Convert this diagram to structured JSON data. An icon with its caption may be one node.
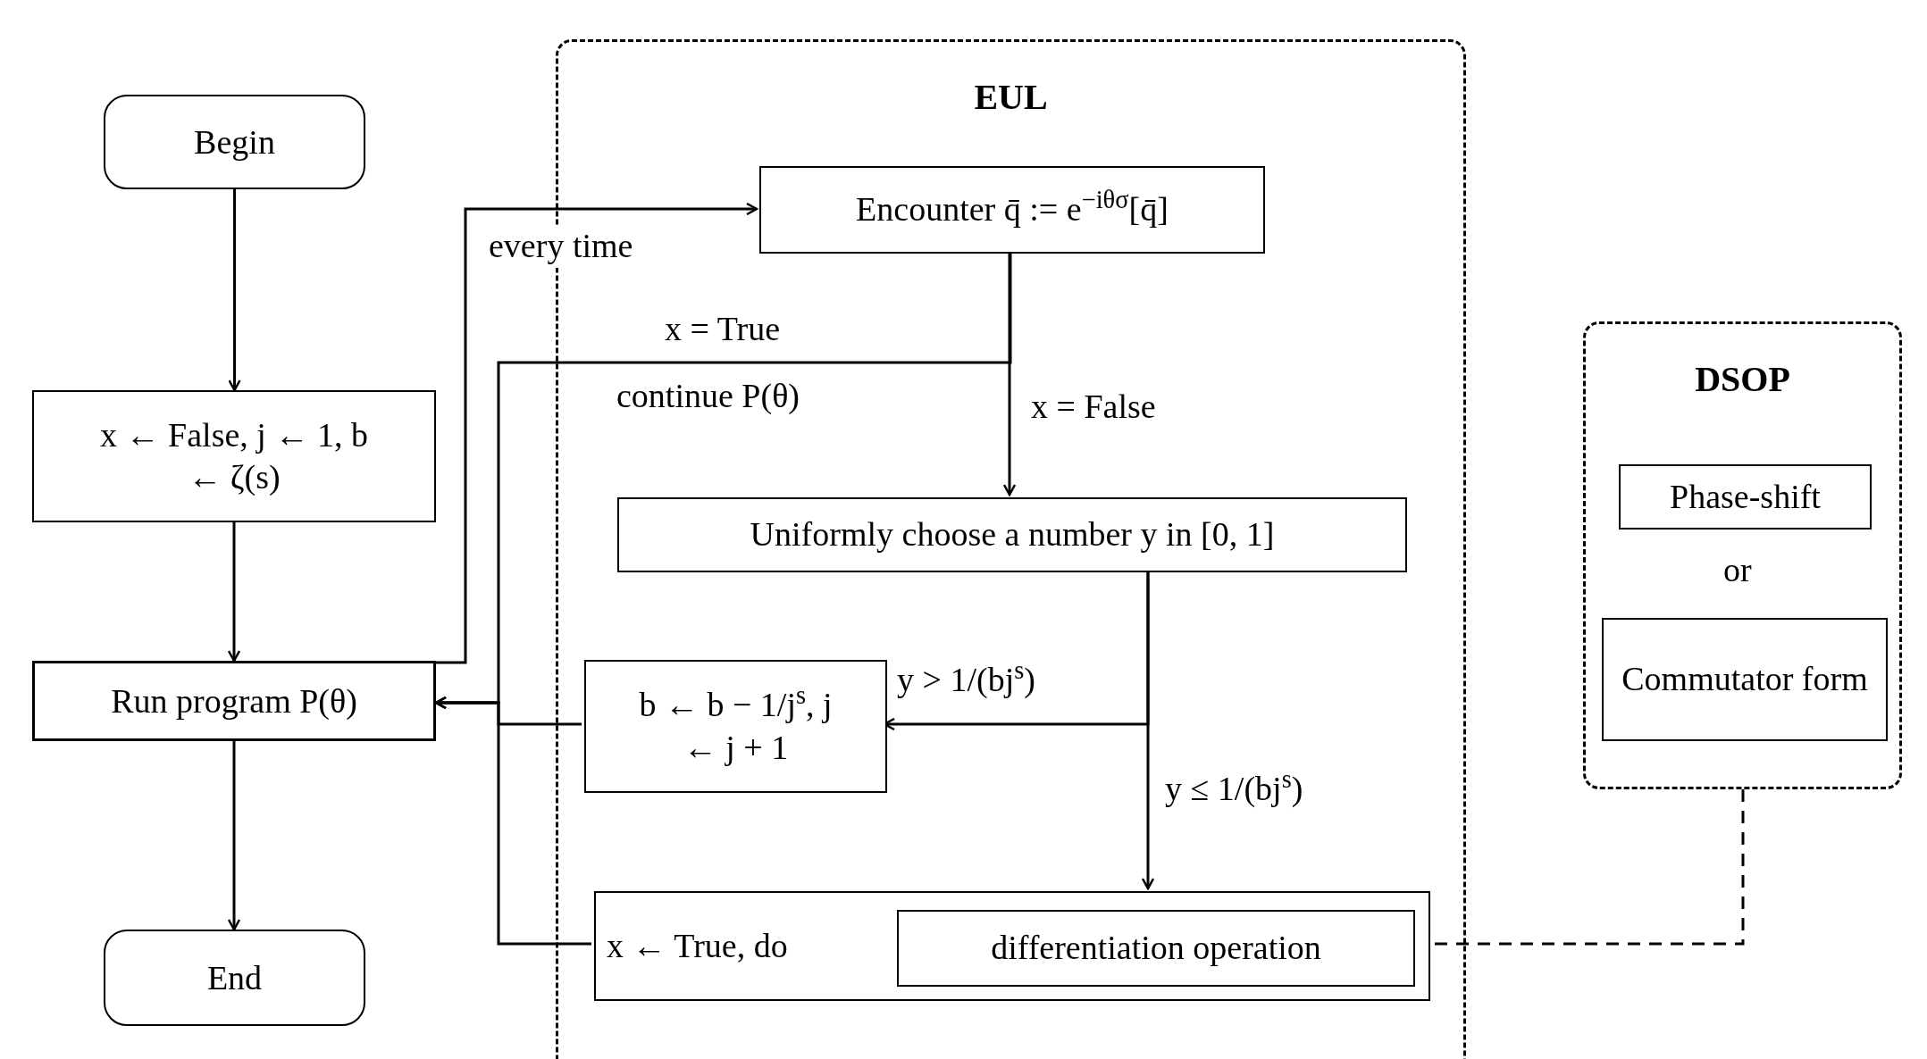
{
  "diagram": {
    "nodes": [
      {
        "text": [
          "EUL"
        ]
      },
      {
        "text": [
          "Begin"
        ]
      },
      {
        "text": [
          "x ← False, j ← 1, b ← ζ(s)"
        ]
      },
      {
        "text": [
          "Run program P(θ)"
        ]
      },
      {
        "text": [
          "End"
        ]
      },
      {
        "text": [
          "Encounter q̄ := e$^{−iθσ}$[q̄]"
        ],
        "in": 0
      },
      {
        "text": [
          "Uniformly choose a number y in [0, 1]"
        ],
        "in": 0
      },
      {
        "text": [
          "b ← b − 1/j$^{s}$, j ← j + 1"
        ],
        "in": 0
      },
      {
        "text": [
          "x ← True, do"
        ],
        "in": 0
      },
      {
        "text": [
          "differentiation operation"
        ],
        "in": 8
      },
      {
        "text": [
          "DSOP"
        ]
      },
      {
        "text": [
          "Phase-shift"
        ],
        "in": 10
      },
      {
        "text": [
          "Commutator form"
        ],
        "in": 10
      }
    ],
    "edges": [
      {
        "from": 1,
        "to": 2,
        "arrow": "to"
      },
      {
        "from": 2,
        "to": 3,
        "arrow": "to"
      },
      {
        "from": 3,
        "to": 4,
        "arrow": "to"
      },
      {
        "from": 3,
        "to": 5,
        "arrow": "to",
        "label": "every time"
      },
      {
        "from": 5,
        "to": 3,
        "arrow": "to",
        "label": "x = True"
      },
      {
        "from": 5,
        "to": 6,
        "arrow": "to",
        "label": "x = False"
      },
      {
        "from": 6,
        "to": 7,
        "arrow": "to",
        "label": "y > 1/(bj$^{s}$)"
      },
      {
        "from": 6,
        "to": 8,
        "arrow": "to",
        "label": "y ≤ 1/(bj$^{s}$)"
      },
      {
        "from": 7,
        "to": 3,
        "arrow": "to"
      },
      {
        "from": 8,
        "to": 3,
        "arrow": "to"
      },
      {
        "from": 10,
        "to": 9,
        "arrow": "to",
        "style": "dashed"
      }
    ],
    "labels": [
      "continue P(θ)",
      "or"
    ]
  }
}
